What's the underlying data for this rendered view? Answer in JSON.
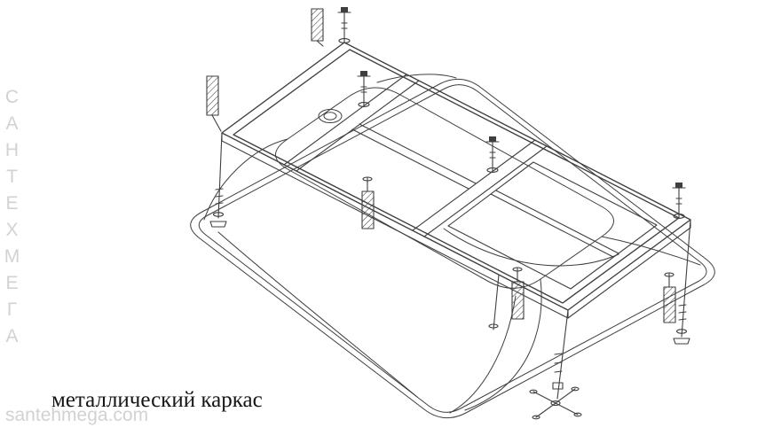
{
  "watermark": {
    "vertical_text": "САНТЕХМЕГА",
    "site_text": "santehmega.com"
  },
  "caption": {
    "text": "металлический каркас"
  },
  "colors": {
    "line": "#3f3f3f",
    "watermark": "#d2d2d2",
    "caption": "#151515",
    "background": "#ffffff"
  },
  "diagram": {
    "label": "isometric technical drawing of a metal support frame mounted on an inverted bathtub",
    "parts": [
      "metal frame",
      "cross members",
      "center rail",
      "inner sub-frame",
      "threaded studs",
      "adjustable legs",
      "star foot base",
      "mounting brackets",
      "bathtub shell",
      "drain hole"
    ]
  }
}
